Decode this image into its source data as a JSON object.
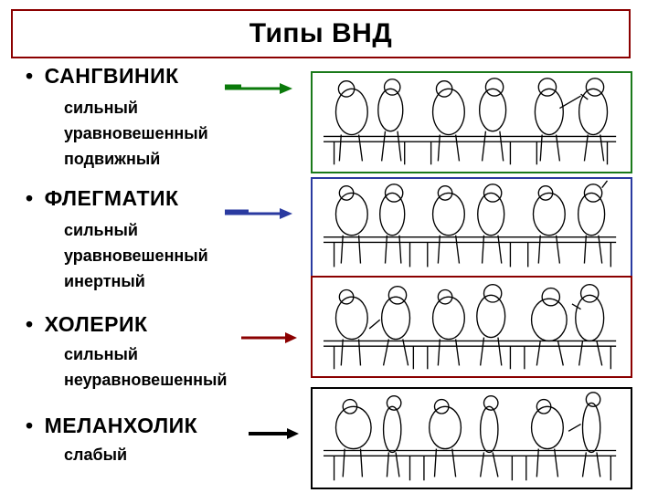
{
  "title": "Типы ВНД",
  "bullet": "•",
  "types": [
    {
      "name": "САНГВИНИК",
      "traits": [
        "сильный",
        "уравновешенный",
        "подвижный"
      ],
      "arrow_color": "#0a7a0a",
      "frame_color": "#1a7a1a"
    },
    {
      "name": "ФЛЕГМАТИК",
      "traits": [
        "сильный",
        "уравновешенный",
        "инертный"
      ],
      "arrow_color": "#2a3aa0",
      "frame_color": "#2a3aa0"
    },
    {
      "name": "ХОЛЕРИК",
      "traits": [
        "сильный",
        "неуравновешенный"
      ],
      "arrow_color": "#8b0000",
      "frame_color": "#8b0000"
    },
    {
      "name": "МЕЛАНХОЛИК",
      "traits": [
        "слабый"
      ],
      "arrow_color": "#000000",
      "frame_color": "#000000"
    }
  ]
}
